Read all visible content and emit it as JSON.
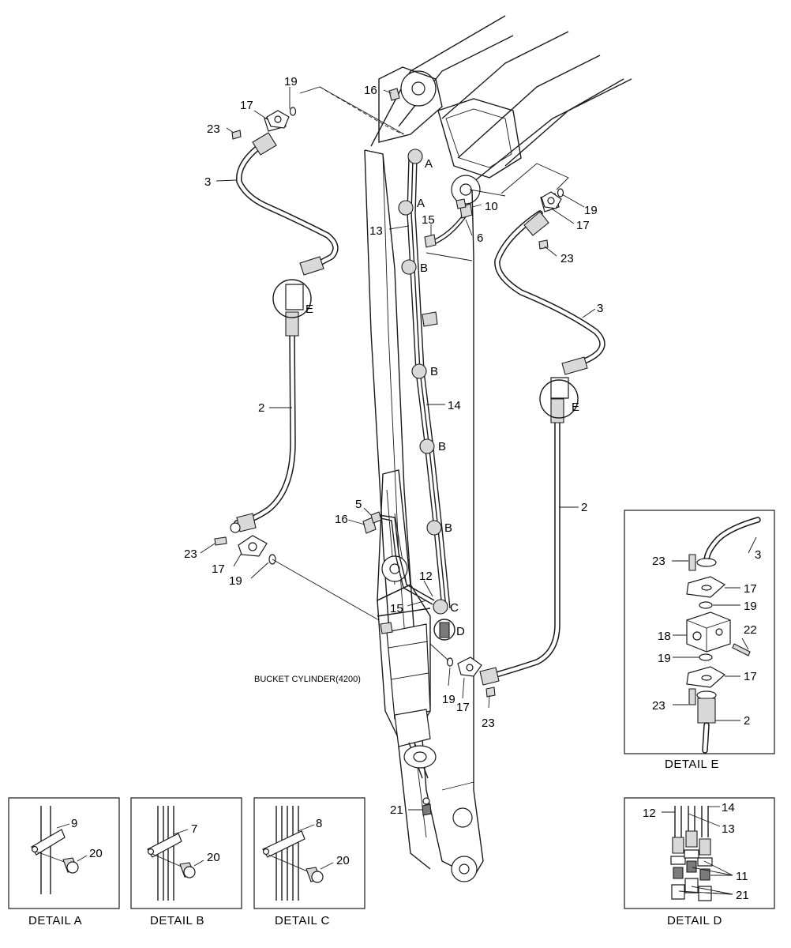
{
  "labels": {
    "cylinder": "BUCKET CYLINDER(4200)",
    "detail_a": "DETAIL  A",
    "detail_b": "DETAIL  B",
    "detail_c": "DETAIL  C",
    "detail_d": "DETAIL  D",
    "detail_e": "DETAIL  E"
  },
  "callouts": {
    "n2": "2",
    "n3": "3",
    "n5": "5",
    "n6": "6",
    "n7": "7",
    "n8": "8",
    "n9": "9",
    "n10": "10",
    "n11": "11",
    "n12": "12",
    "n13": "13",
    "n14": "14",
    "n15": "15",
    "n16": "16",
    "n17": "17",
    "n18": "18",
    "n19": "19",
    "n20": "20",
    "n21": "21",
    "n22": "22",
    "n23": "23"
  },
  "detail_marks": {
    "a": "A",
    "b": "B",
    "c": "C",
    "d": "D",
    "e": "E"
  }
}
